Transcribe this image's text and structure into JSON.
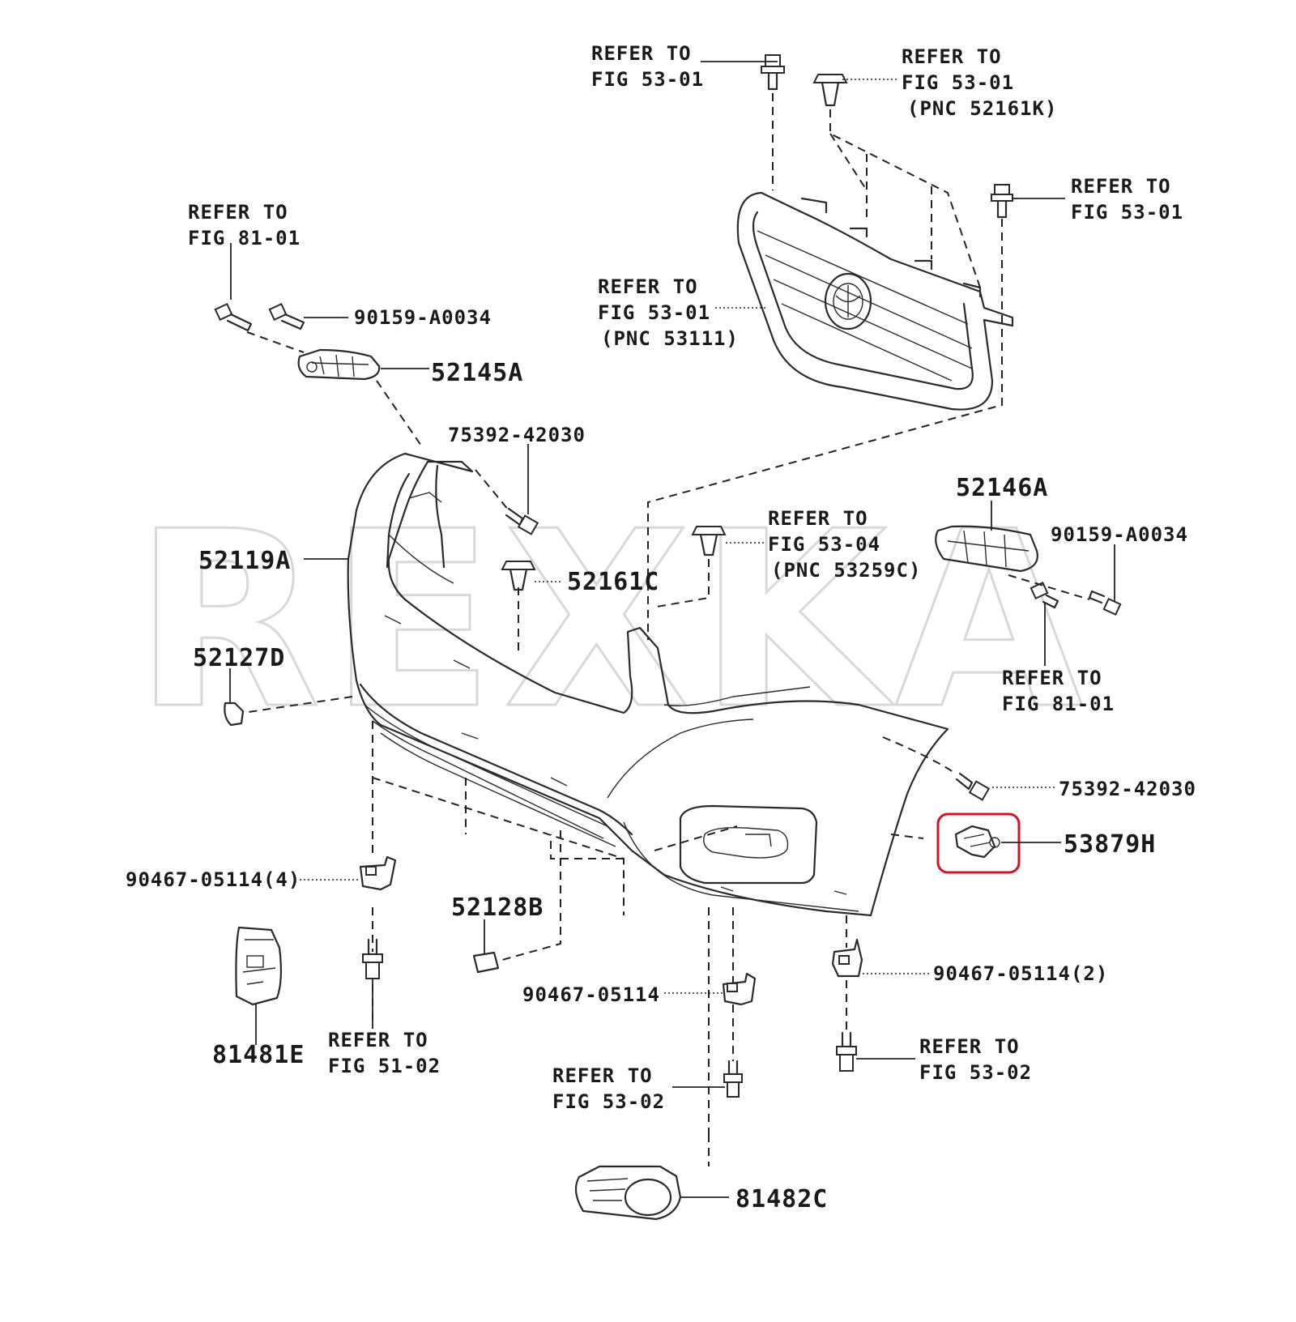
{
  "watermark": "REXKA",
  "highlight_color": "#d0152b",
  "labels": {
    "ref_5301_top": [
      "REFER TO",
      "FIG 53-01"
    ],
    "ref_5301_52161k": [
      "REFER TO",
      "FIG 53-01",
      "(PNC 52161K)"
    ],
    "ref_5301_right": [
      "REFER TO",
      "FIG 53-01"
    ],
    "ref_8101_left": [
      "REFER TO",
      "FIG 81-01"
    ],
    "part_90159_left": "90159-A0034",
    "part_52145a": "52145A",
    "ref_5301_53111": [
      "REFER TO",
      "FIG 53-01",
      "(PNC 53111)"
    ],
    "part_75392_top": "75392-42030",
    "part_52146a": "52146A",
    "part_90159_right": "90159-A0034",
    "ref_5304_53259c": [
      "REFER TO",
      "FIG 53-04",
      "(PNC 53259C)"
    ],
    "part_52119a": "52119A",
    "part_52161c": "52161C",
    "part_52127d": "52127D",
    "ref_8101_right": [
      "REFER TO",
      "FIG 81-01"
    ],
    "part_75392_right": "75392-42030",
    "part_53879h": "53879H",
    "part_90467_4": "90467-05114(4)",
    "part_52128b": "52128B",
    "part_90467_2": "90467-05114(2)",
    "part_90467_mid": "90467-05114",
    "part_81481e": "81481E",
    "ref_5102": [
      "REFER TO",
      "FIG 51-02"
    ],
    "ref_5302_right": [
      "REFER TO",
      "FIG 53-02"
    ],
    "ref_5302_mid": [
      "REFER TO",
      "FIG 53-02"
    ],
    "part_81482c": "81482C"
  }
}
